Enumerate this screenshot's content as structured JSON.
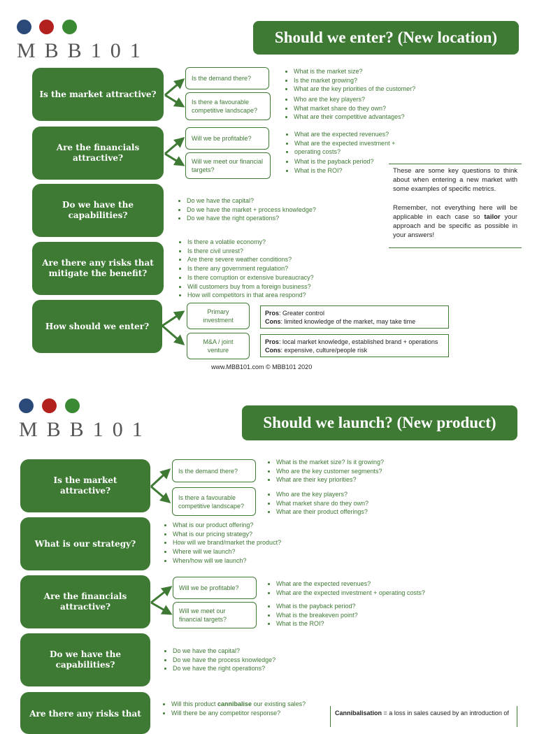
{
  "brand": {
    "logo_text": "MBB101",
    "colors": {
      "blue": "#2b4a7a",
      "red": "#b3211f",
      "green": "#3a8a33",
      "accent": "#3f7a35"
    }
  },
  "sheet1": {
    "title": "Should we enter? (New location)",
    "q1": {
      "label": "Is the market attractive?",
      "sub1": "Is the demand there?",
      "sub2": "Is there a favourable competitive landscape?",
      "bullets1": [
        "What is the market size?",
        "Is the market growing?",
        "What are the key priorities of the customer?"
      ],
      "bullets2": [
        "Who are the key players?",
        "What market share do they own?",
        "What are their competitive advantages?"
      ]
    },
    "q2": {
      "label": "Are the financials attractive?",
      "sub1": "Will we be profitable?",
      "sub2": "Will we meet our financial targets?",
      "bullets1": [
        "What are the expected revenues?",
        "What are the expected investment +",
        "operating costs?"
      ],
      "bullets2": [
        "What is the payback period?",
        "What is the ROI?"
      ]
    },
    "q3": {
      "label": "Do we have the capabilities?",
      "bullets": [
        "Do we have the capital?",
        "Do we have the market + process knowledge?",
        "Do we have the right operations?"
      ]
    },
    "q4": {
      "label": "Are there any risks that mitigate the benefit?",
      "bullets": [
        "Is there a volatile economy?",
        "Is there civil unrest?",
        "Are there severe weather conditions?",
        "Is there any government regulation?",
        "Is there corruption or extensive bureaucracy?",
        "Will customers buy from a foreign business?",
        "How will competitors in that area respond?"
      ]
    },
    "q5": {
      "label": "How should we enter?",
      "sub1": "Primary investment",
      "sub2": "M&A / joint venture",
      "opt1_pros_label": "Pros",
      "opt1_pros": ": Greater control",
      "opt1_cons_label": "Cons",
      "opt1_cons": ": limited knowledge of the market, may take time",
      "opt2_pros_label": "Pros",
      "opt2_pros": ": local market knowledge, established brand + operations",
      "opt2_cons_label": "Cons",
      "opt2_cons": ": expensive, culture/people risk"
    },
    "note": {
      "p1": "These are some key questions to think about when entering a new market with some examples of specific metrics.",
      "p2_a": "Remember, not everything here will be applicable in each case so ",
      "p2_bold": "tailor",
      "p2_b": " your approach and be specific as possible in your answers!"
    },
    "footer": "www.MBB101.com © MBB101 2020"
  },
  "sheet2": {
    "title": "Should we launch? (New product)",
    "q1": {
      "label": "Is the market attractive?",
      "sub1": "Is the demand there?",
      "sub2": "Is there a favourable competitive landscape?",
      "bullets1": [
        "What is the market size? Is it growing?",
        "Who are the key customer segments?",
        "What are their key priorities?"
      ],
      "bullets2": [
        "Who are the key players?",
        "What market share do they own?",
        "What are their product offerings?"
      ]
    },
    "q2": {
      "label": "What is our strategy?",
      "bullets": [
        "What is our product offering?",
        "What is our pricing strategy?",
        "How will we brand/market the product?",
        "Where will we launch?",
        "When/how will we launch?"
      ]
    },
    "q3": {
      "label": "Are the financials attractive?",
      "sub1": "Will we be profitable?",
      "sub2": "Will we meet our financial targets?",
      "bullets1": [
        "What are the expected revenues?",
        "What are the expected investment + operating costs?"
      ],
      "bullets2": [
        "What is the payback period?",
        "What is the breakeven point?",
        "What is the ROI?"
      ]
    },
    "q4": {
      "label": "Do we have the capabilities?",
      "bullets": [
        "Do we have the capital?",
        "Do we have the process knowledge?",
        "Do we have the right operations?"
      ]
    },
    "q5": {
      "label": "Are there any risks that",
      "bullet1_a": "Will this product ",
      "bullet1_bold": "cannibalise",
      "bullet1_b": " our existing sales?",
      "bullet2": "Will there be any competitor response?"
    },
    "note": {
      "term": "Cannibalisation",
      "definition": " = a loss in sales caused by an introduction of"
    }
  }
}
